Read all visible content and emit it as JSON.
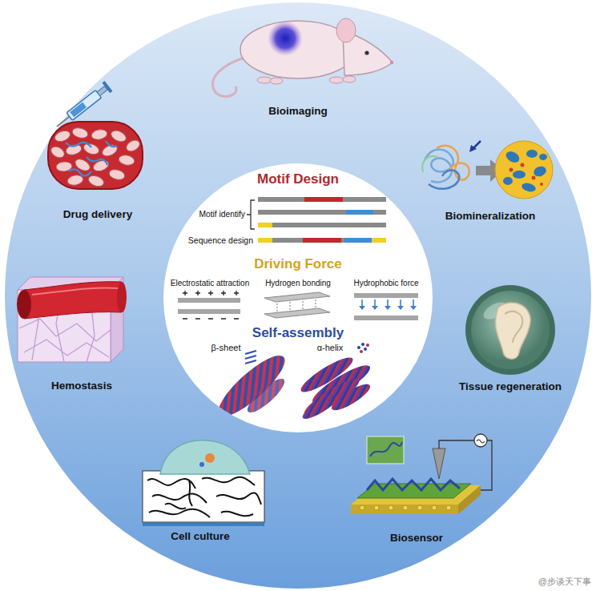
{
  "diagram": {
    "nodes": [
      {
        "text": [
          "Motif Design",
          "Motif identify",
          "Sequence design",
          "Driving Force",
          "Electrostatic attraction",
          "Hydrogen bonding",
          "Hydrophobic force",
          "Self-assembly",
          "β-sheet",
          "α-helix"
        ]
      }
    ],
    "labels": [
      "Bioimaging",
      "Drug delivery",
      "Biomineralization",
      "Hemostasis",
      "Tissue regeneration",
      "Cell culture",
      "Biosensor",
      "@步谈天下事"
    ]
  }
}
